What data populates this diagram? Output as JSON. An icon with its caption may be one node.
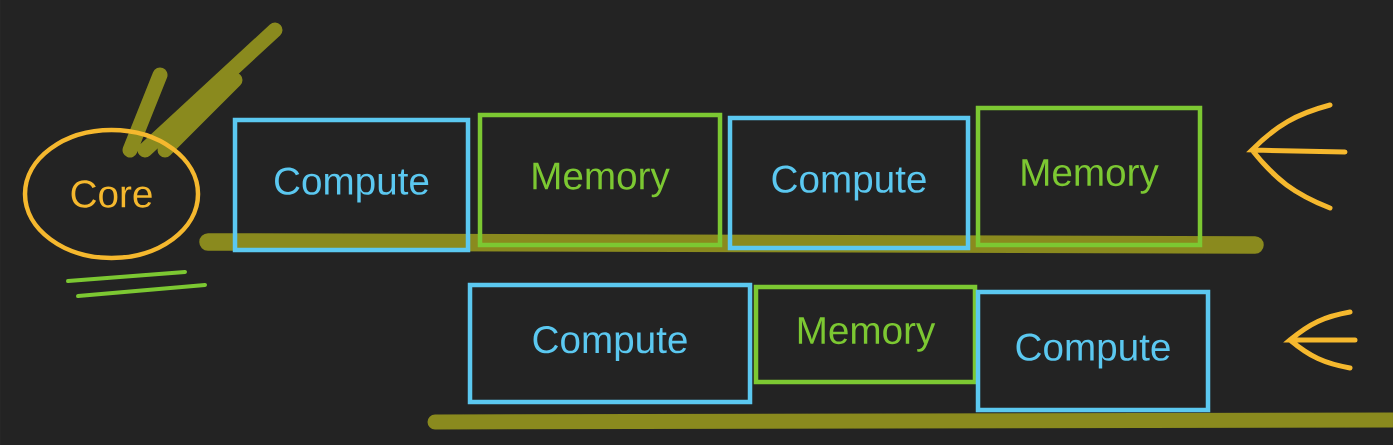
{
  "diagram": {
    "nodes": [
      {
        "text": [
          "Core"
        ]
      },
      {
        "text": [
          "Compute"
        ]
      },
      {
        "text": [
          "Memory"
        ]
      },
      {
        "text": [
          "Compute"
        ]
      },
      {
        "text": [
          "Memory"
        ]
      },
      {
        "text": [
          "Compute"
        ]
      },
      {
        "text": [
          "Memory"
        ]
      },
      {
        "text": [
          "Compute"
        ]
      }
    ]
  }
}
